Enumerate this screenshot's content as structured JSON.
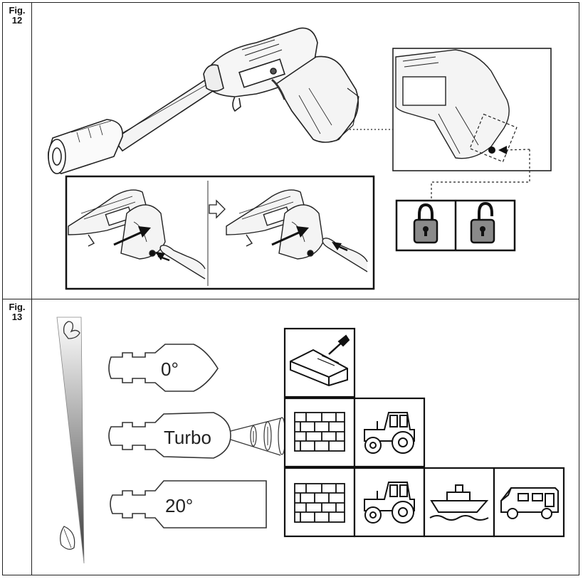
{
  "figures": [
    {
      "label": "Fig.",
      "number": "12"
    },
    {
      "label": "Fig.",
      "number": "13"
    }
  ],
  "fig13": {
    "nozzles": [
      {
        "label": "0°"
      },
      {
        "label": "Turbo"
      },
      {
        "label": "20°"
      }
    ],
    "scale_top_icon": "strength-arm-icon",
    "scale_bottom_icon": "leaf-icon",
    "application_icons": {
      "row1": [
        "wood-surface-icon"
      ],
      "row2": [
        "brick-wall-icon",
        "tractor-icon"
      ],
      "row3": [
        "brick-wall-icon",
        "tractor-icon",
        "boat-icon",
        "camper-van-icon"
      ]
    }
  },
  "fig12": {
    "lock_icons": [
      "padlock-locked-icon",
      "padlock-unlocked-icon"
    ],
    "step_icons": [
      "arrow-right-icon"
    ]
  }
}
